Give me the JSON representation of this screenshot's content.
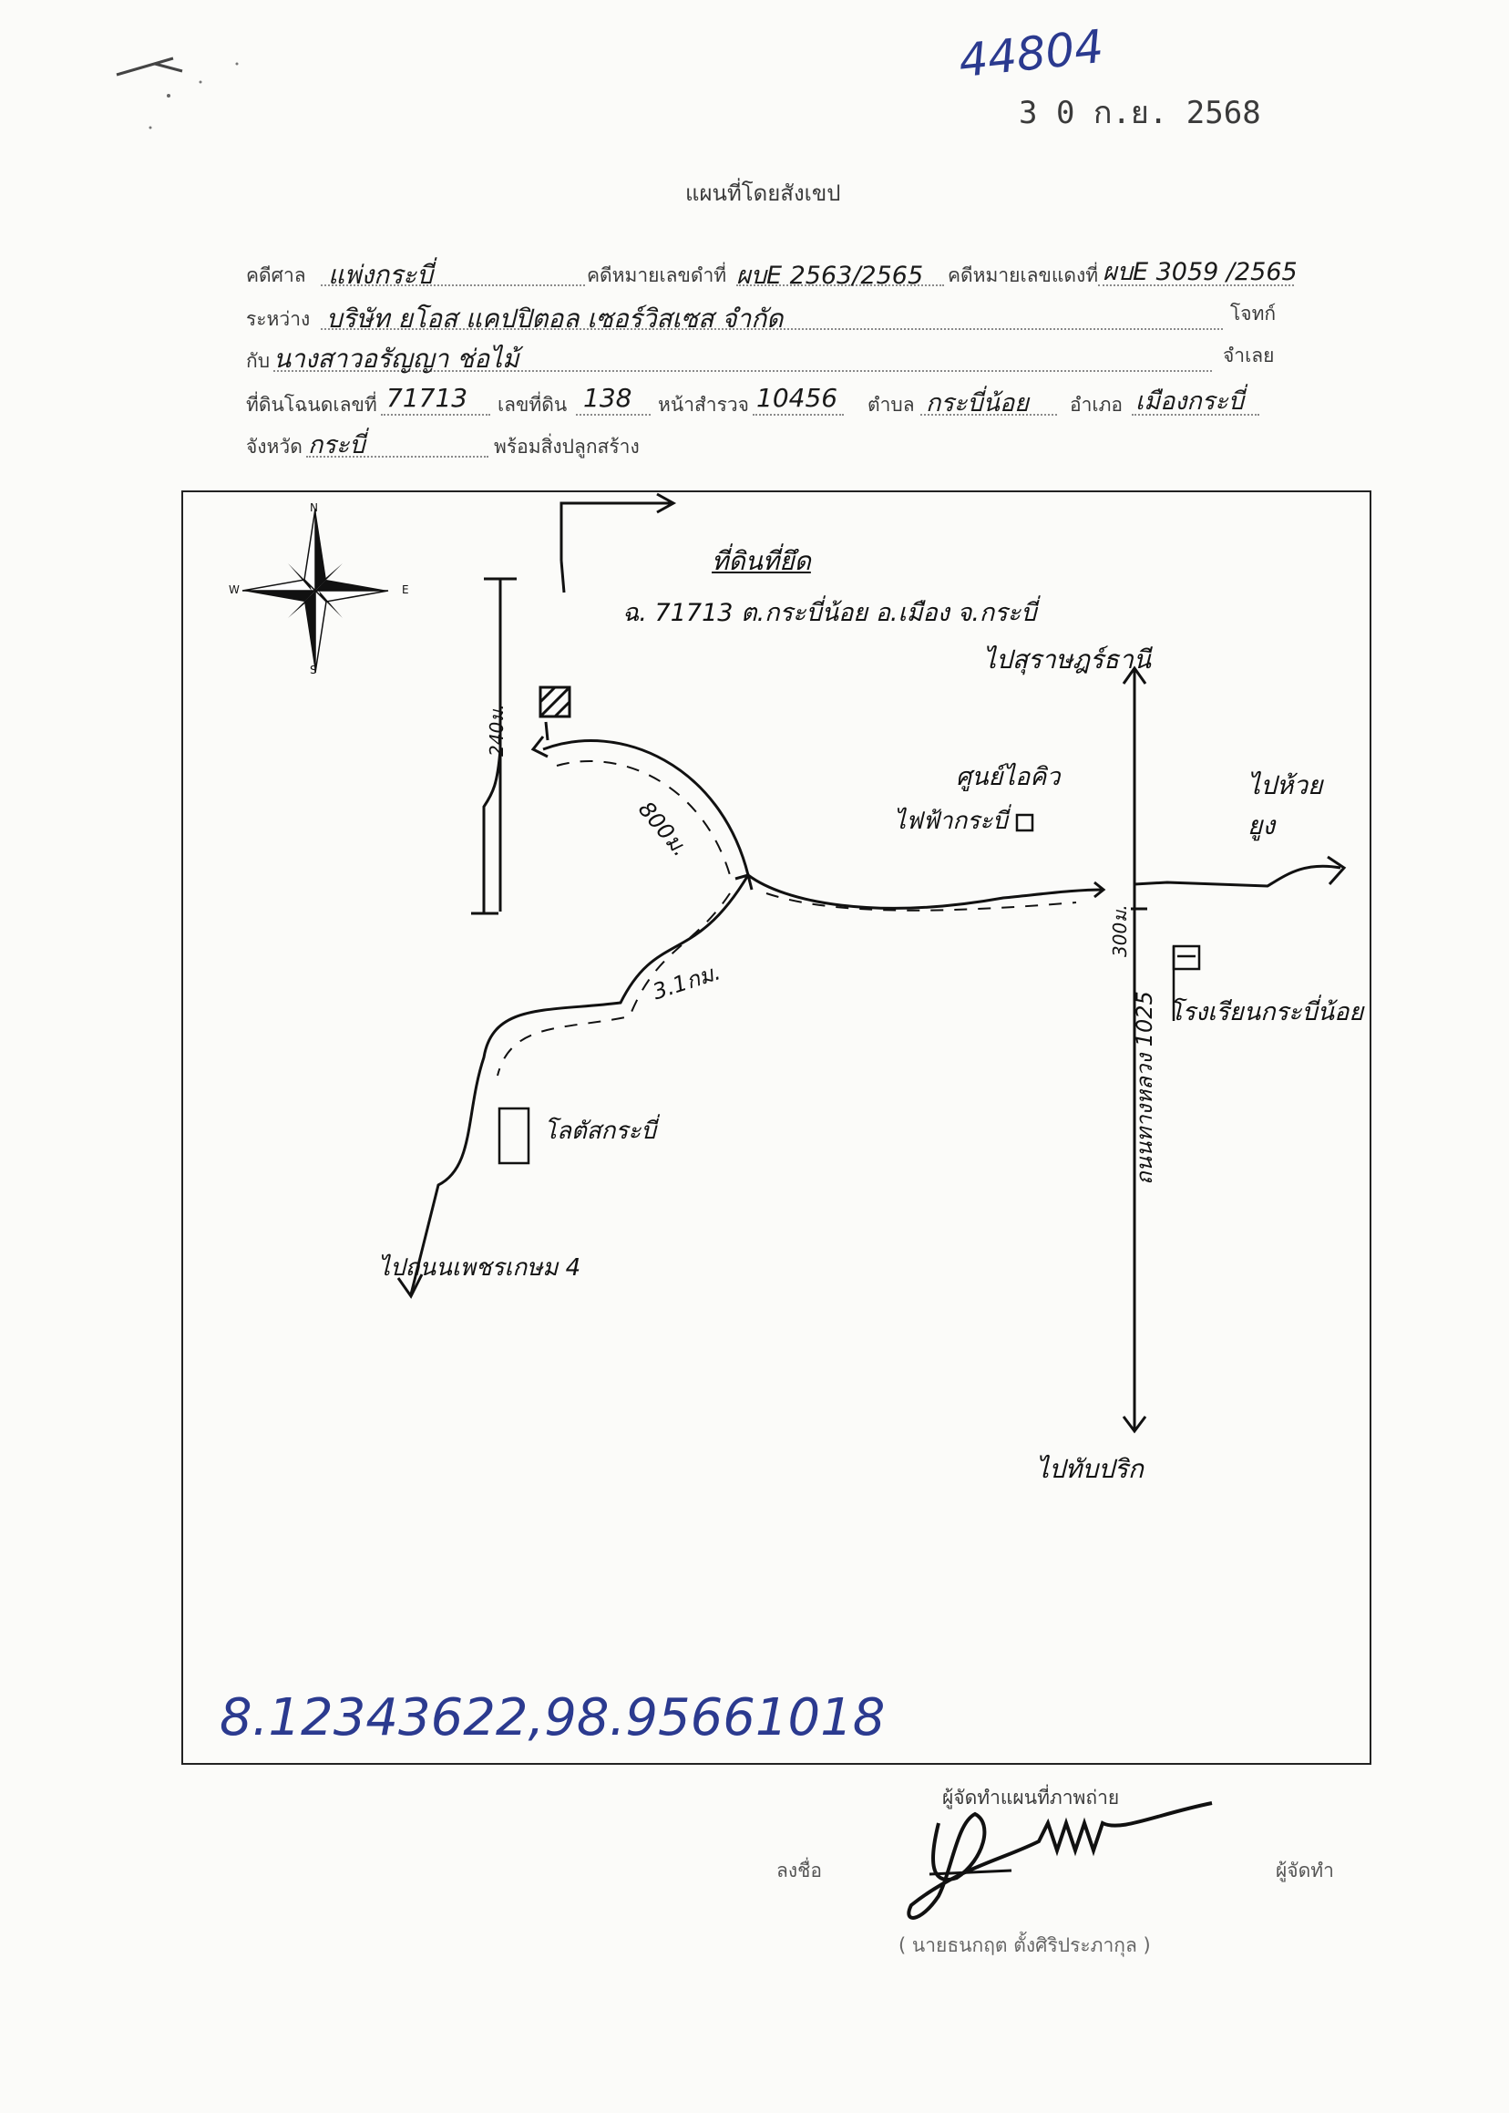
{
  "stamp": {
    "number": "44804",
    "date": "3 0 ก.ย. 2568"
  },
  "title": "แผนที่โดยสังเขป",
  "form": {
    "court_label": "คดีศาล",
    "court_value": "แพ่งกระบี่",
    "black_case_label": "คดีหมายเลขดำที่",
    "black_case_value": "ผบE 2563/2565",
    "red_case_label": "คดีหมายเลขแดงที่",
    "red_case_value": "ผบE 3059 /2565",
    "between_label": "ระหว่าง",
    "plaintiff_value": "บริษัท ยโอส แคปปิตอล เซอร์วิสเซส จำกัด",
    "plaintiff_label": "โจทก์",
    "with_label": "กับ",
    "defendant_value": "นางสาวอรัญญา ช่อไม้",
    "defendant_label": "จำเลย",
    "title_deed_label": "ที่ดินโฉนดเลขที่",
    "title_deed_value": "71713",
    "land_no_label": "เลขที่ดิน",
    "land_no_value": "138",
    "survey_page_label": "หน้าสำรวจ",
    "survey_page_value": "10456",
    "subdistrict_label": "ตำบล",
    "subdistrict_value": "กระบี่น้อย",
    "district_label": "อำเภอ",
    "district_value": "เมืองกระบี่",
    "province_label": "จังหวัด",
    "province_value": "กระบี่",
    "with_buildings": "พร้อมสิ่งปลูกสร้าง"
  },
  "map": {
    "compass": {
      "n": "N",
      "e": "E",
      "w": "W",
      "s": "S"
    },
    "target_label": "ที่ดินที่ยึด",
    "target_sub": "ฉ. 71713 ต.กระบี่น้อย อ.เมือง จ.กระบี่",
    "to_surat": "ไปสุราษฎร์ธานี",
    "to_huai_yung": "ไปห้วยยูง",
    "oil_center": "ศูนย์ไอคิว",
    "krabi_fire": "ไฟฟ้ากระบี่",
    "school": "โรงเรียนกระบี่น้อย",
    "highway": "ถนนทางหลวง 1025",
    "to_tha_sai": "ไปทับปริก",
    "krabi_lodge": "โลตัสกระบี่",
    "to_lane4": "ไปถนนเพชรเกษม 4",
    "dist_240": "240ม.",
    "dist_800": "800ม.",
    "dist_3_1": "3.1กม.",
    "dist_300": "300ม.",
    "coordinates": "8.12343622,98.95661018"
  },
  "signature": {
    "mapper_label": "ผู้จัดทำแผนที่ภาพถ่าย",
    "sign_label": "ลงชื่อ",
    "maker_label": "ผู้จัดทำ",
    "name": "( นายธนกฤต ตั้งศิริประภากุล )"
  }
}
